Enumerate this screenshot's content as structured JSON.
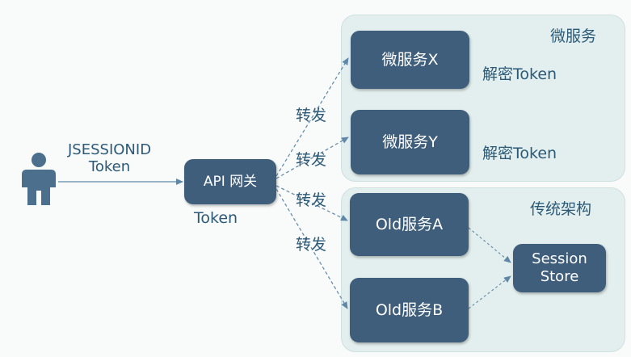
{
  "groups": {
    "microservices_title": "微服务",
    "legacy_title": "传统架构"
  },
  "nodes": {
    "gateway": "API 网关",
    "service_x": "微服务X",
    "service_y": "微服务Y",
    "service_a": "Old服务A",
    "service_b": "Old服务B",
    "session_store_line1": "Session",
    "session_store_line2": "Store"
  },
  "labels": {
    "user_token_line1": "JSESSIONID",
    "user_token_line2": "Token",
    "gateway_token": "Token",
    "decrypt_x": "解密Token",
    "decrypt_y": "解密Token",
    "forward_1": "转发",
    "forward_2": "转发",
    "forward_3": "转发",
    "forward_4": "转发"
  },
  "icons": {
    "user": "user-icon"
  },
  "colors": {
    "node_fill": "#3f5e7b",
    "group_fill": "#e3efee",
    "label_text": "#2b5a78",
    "user_icon": "#4b6f8d",
    "edge": "#5f87a7"
  }
}
